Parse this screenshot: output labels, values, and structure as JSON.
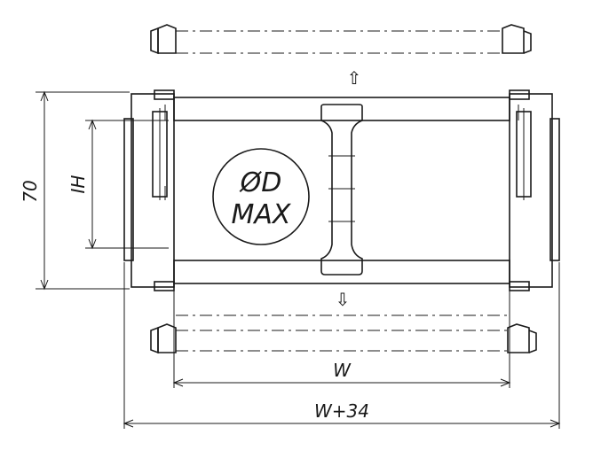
{
  "dimensions": {
    "height": "70",
    "inner_height": "IH",
    "inner_width": "W",
    "outer_width": "W+34"
  },
  "circle_label": {
    "line1": "ØD",
    "line2": "MAX"
  },
  "arrows": {
    "up": "⇧",
    "down": "⇩"
  }
}
